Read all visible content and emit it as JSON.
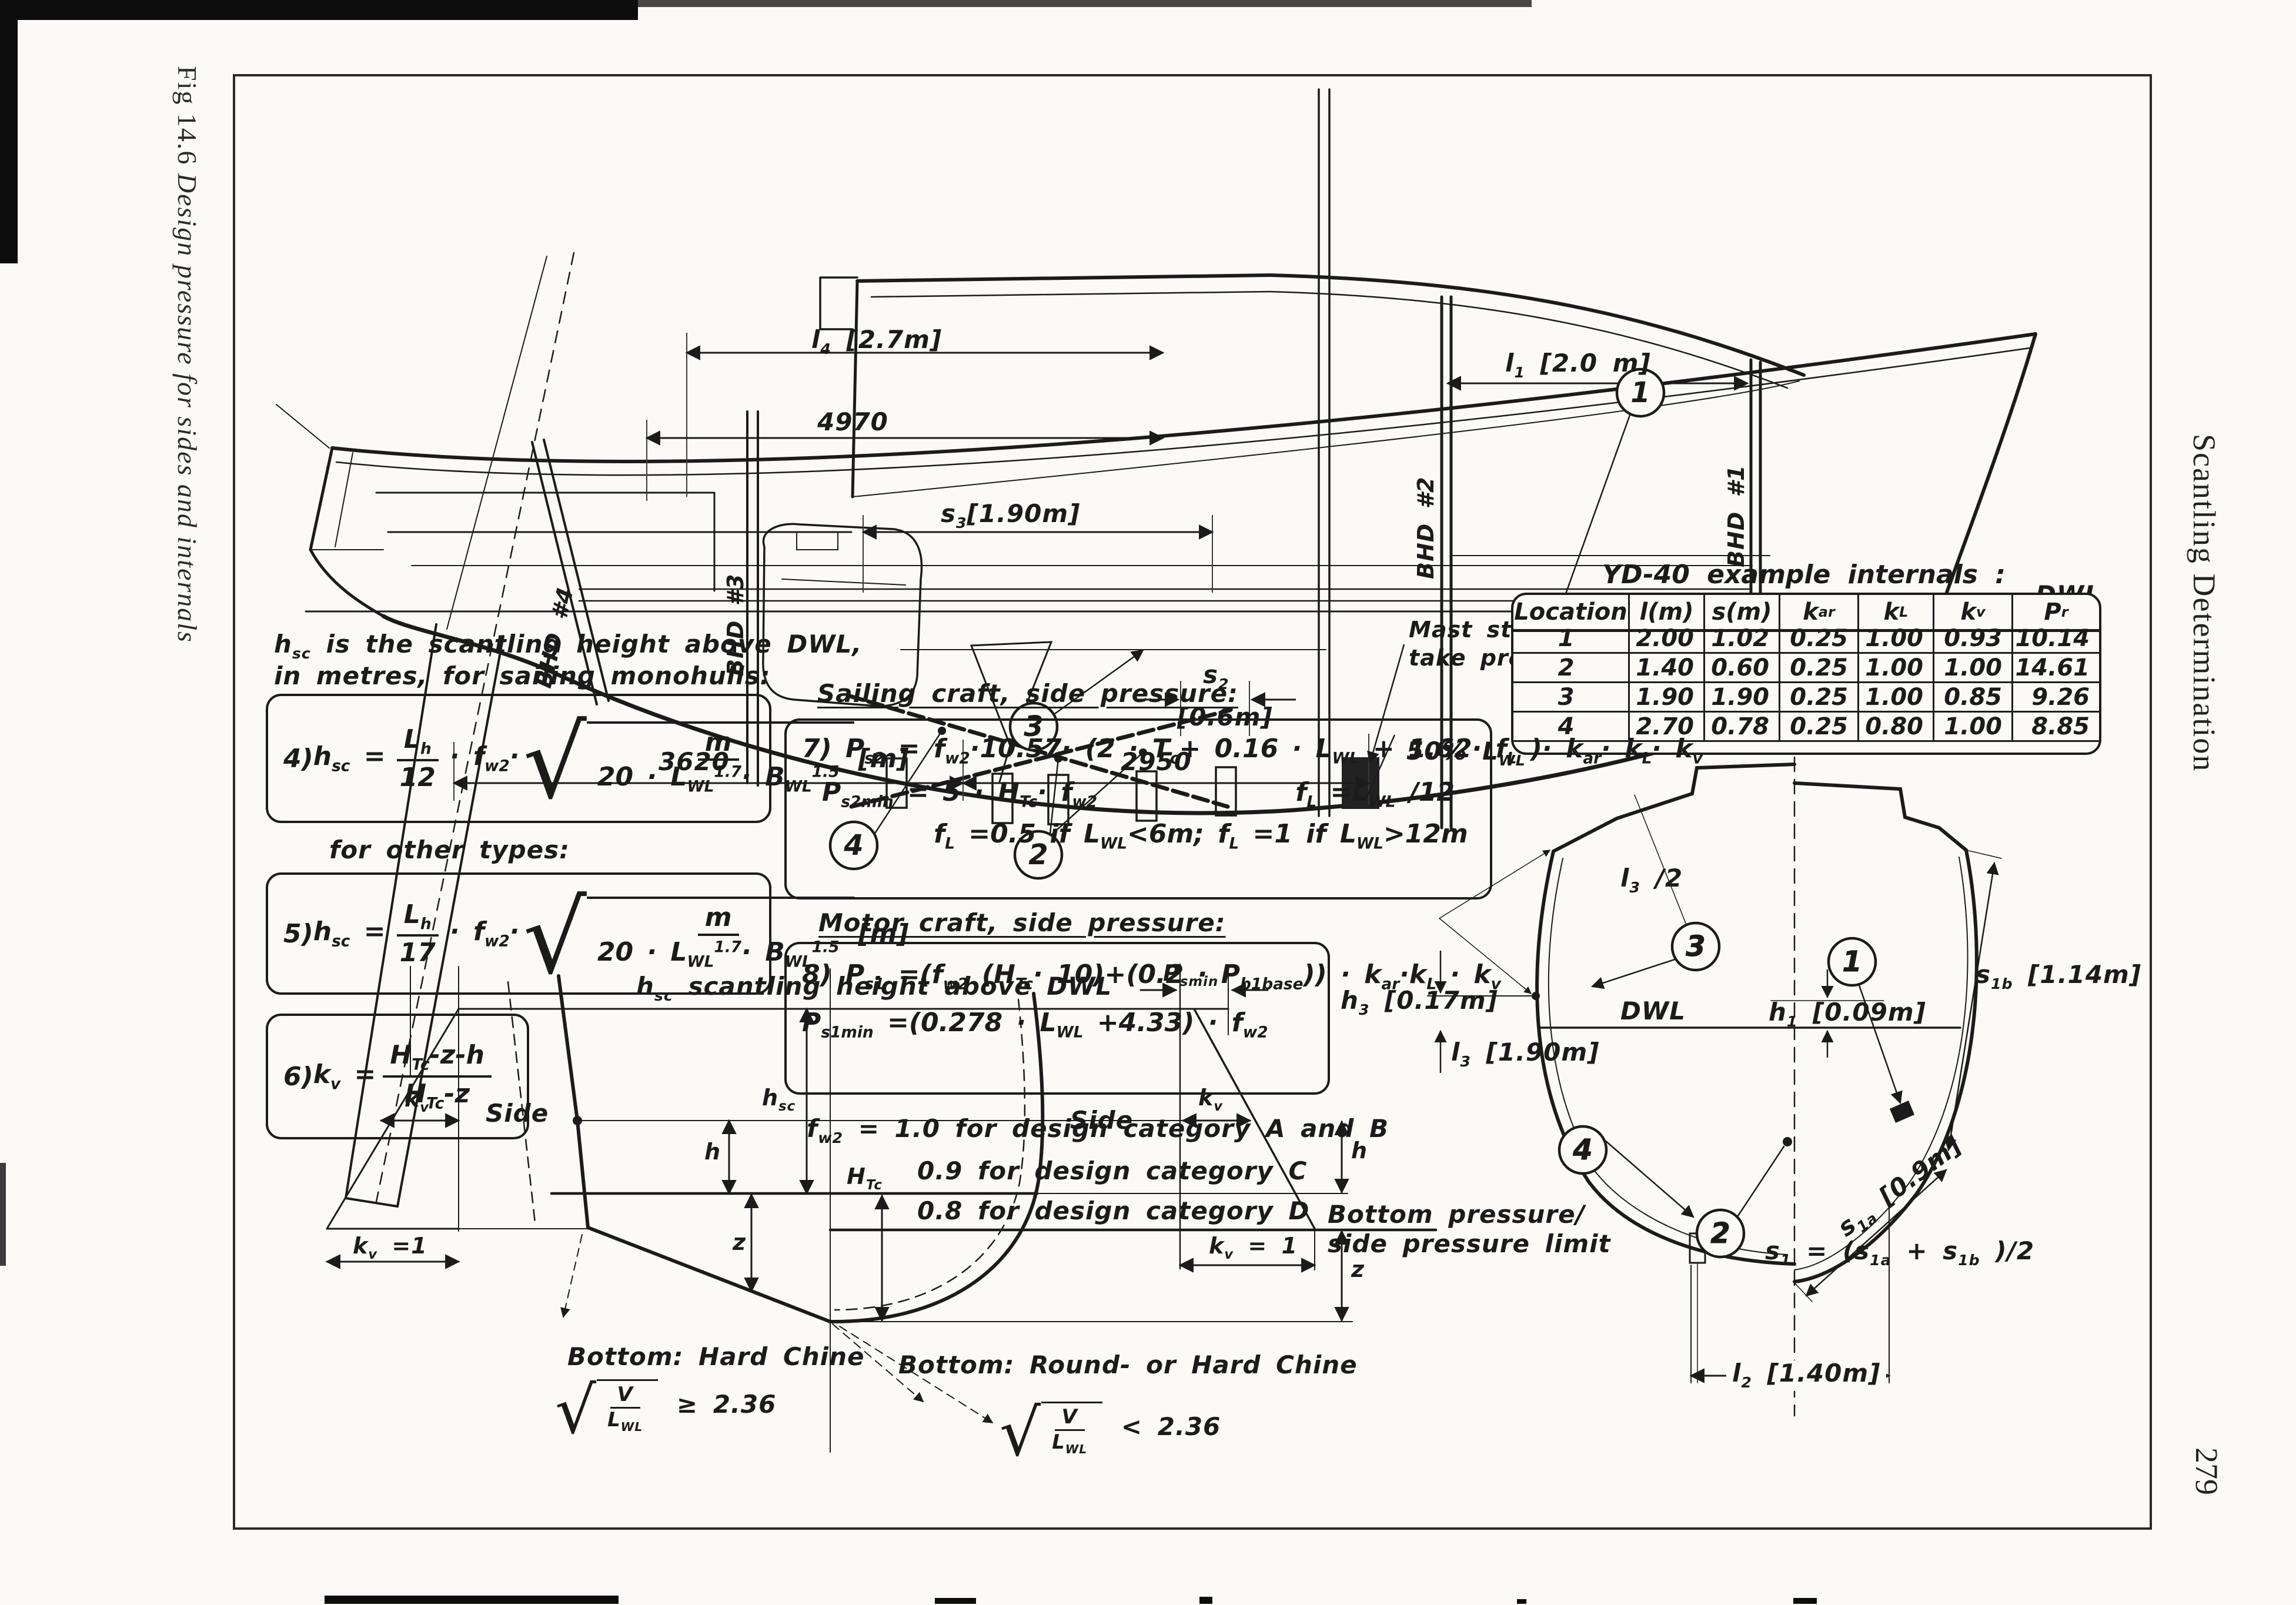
{
  "page": {
    "fig_no": "Fig 14.6",
    "fig_title": "Design pressure for sides and internals",
    "margin_title": "Scantling Determination",
    "page_number": "279"
  },
  "profile": {
    "dwl_label": "DWL",
    "dims": {
      "l4": [
        {
          "t": "l"
        },
        {
          "sub": "4"
        },
        {
          "t": " [2.7m]"
        }
      ],
      "d4970": "4970",
      "s3": [
        {
          "t": "s"
        },
        {
          "sub": "3"
        },
        {
          "t": "[1.90m]"
        }
      ],
      "l1": [
        {
          "t": "l"
        },
        {
          "sub": "1"
        },
        {
          "t": " [2.0 m]"
        }
      ],
      "s2_top": [
        {
          "t": "s"
        },
        {
          "sub": "2"
        }
      ],
      "s2_bot": "[0.6m]",
      "d3620": "3620",
      "d2950": "2950",
      "pct": [
        {
          "t": "50% L"
        },
        {
          "sub": "WL"
        }
      ]
    },
    "bulkheads": {
      "b1": "BHD #1",
      "b2": "BHD #2",
      "b3": "BHD #3",
      "b4": "BHD #4"
    },
    "mast_note1": "Mast step filled solid to",
    "mast_note2": "take pressure from mast",
    "balloons": {
      "b1": "1",
      "b2": "2",
      "b3": "3",
      "b4": "4"
    }
  },
  "table": {
    "title": "YD-40 example internals :",
    "headers": {
      "location": "Location",
      "l": "l(m)",
      "s": "s(m)",
      "kar": [
        {
          "t": "k"
        },
        {
          "sub": "ar"
        }
      ],
      "kl": [
        {
          "t": "k"
        },
        {
          "sub": "L"
        }
      ],
      "kv": [
        {
          "t": "k"
        },
        {
          "sub": "v"
        }
      ],
      "pr": [
        {
          "t": "P"
        },
        {
          "sub": "r"
        }
      ]
    },
    "rows": [
      [
        "1",
        "2.00",
        "1.02",
        "0.25",
        "1.00",
        "0.93",
        "10.14"
      ],
      [
        "2",
        "1.40",
        "0.60",
        "0.25",
        "1.00",
        "1.00",
        "14.61"
      ],
      [
        "3",
        "1.90",
        "1.90",
        "0.25",
        "1.00",
        "0.85",
        "9.26"
      ],
      [
        "4",
        "2.70",
        "0.78",
        "0.25",
        "0.80",
        "1.00",
        "8.85"
      ]
    ]
  },
  "formulas": {
    "intro1": [
      {
        "t": "h"
      },
      {
        "sub": "sc"
      },
      {
        "t": " is the scantling height above DWL,"
      }
    ],
    "intro2": "in metres, for sailing monohulls:",
    "eq4": {
      "no": "4)",
      "lhs": [
        {
          "t": " h"
        },
        {
          "sub": "sc"
        },
        {
          "t": " ="
        }
      ],
      "f_num": [
        {
          "t": "L"
        },
        {
          "sub": "h"
        }
      ],
      "f_den": "12",
      "mul": [
        {
          "t": "· f"
        },
        {
          "sub": "w2"
        },
        {
          "t": "·"
        }
      ],
      "rad": "√",
      "rad_num": "m",
      "rad_den": [
        {
          "t": "20 · L"
        },
        {
          "sub": "WL"
        },
        {
          "sup": "1.7"
        },
        {
          "t": "· B"
        },
        {
          "sub": "WL"
        },
        {
          "sup": "1.5"
        }
      ],
      "unit": "[m]"
    },
    "for_other": "for other types:",
    "eq5": {
      "no": "5)",
      "lhs": [
        {
          "t": " h"
        },
        {
          "sub": "sc"
        },
        {
          "t": " ="
        }
      ],
      "f_num": [
        {
          "t": "L"
        },
        {
          "sub": "h"
        }
      ],
      "f_den": "17",
      "mul": [
        {
          "t": "· f"
        },
        {
          "sub": "w2"
        },
        {
          "t": "·"
        }
      ],
      "rad": "√",
      "rad_num": "m",
      "rad_den": [
        {
          "t": "20 · L"
        },
        {
          "sub": "WL"
        },
        {
          "sup": "1.7"
        },
        {
          "t": "· B"
        },
        {
          "sub": "WL"
        },
        {
          "sup": "1.5"
        }
      ],
      "unit": "[m]"
    },
    "eq6": {
      "no": "6)",
      "lhs": [
        {
          "t": " k"
        },
        {
          "sub": "v"
        },
        {
          "t": " ="
        }
      ],
      "f_num": [
        {
          "t": "H"
        },
        {
          "sub": "Tc"
        },
        {
          "t": "-z-h"
        }
      ],
      "f_den": [
        {
          "t": "H"
        },
        {
          "sub": "Tc"
        },
        {
          "t": "-z"
        }
      ]
    },
    "sailing_title": "Sailing craft, side pressure:",
    "eq7l1": [
      {
        "t": "7) P"
      },
      {
        "sub": "s2"
      },
      {
        "t": " = f"
      },
      {
        "sub": "w2"
      },
      {
        "t": "·10.57· (2 · T"
      },
      {
        "sub": "c"
      },
      {
        "t": "+ 0.16 · L"
      },
      {
        "sub": "WL"
      },
      {
        "t": " + 1.62· f"
      },
      {
        "sub": "L"
      },
      {
        "t": " )· k"
      },
      {
        "sub": "ar"
      },
      {
        "t": "· k"
      },
      {
        "sub": "L"
      },
      {
        "t": "· k"
      },
      {
        "sub": "v"
      }
    ],
    "eq7l2a": [
      {
        "t": "P"
      },
      {
        "sub": "s2min"
      },
      {
        "t": " = 5 · H"
      },
      {
        "sub": "Tc"
      },
      {
        "t": "· f"
      },
      {
        "sub": "w2"
      }
    ],
    "eq7l2b": [
      {
        "t": "f"
      },
      {
        "sub": "L"
      },
      {
        "t": " =L"
      },
      {
        "sub": "WL"
      },
      {
        "t": " /12"
      }
    ],
    "eq7l3": [
      {
        "t": "f"
      },
      {
        "sub": "L"
      },
      {
        "t": " =0.5 if L"
      },
      {
        "sub": "WL"
      },
      {
        "t": "<6m;  f"
      },
      {
        "sub": "L"
      },
      {
        "t": " =1 if L"
      },
      {
        "sub": "WL"
      },
      {
        "t": ">12m"
      }
    ],
    "motor_title": "Motor craft, side pressure:",
    "eq8l1": [
      {
        "t": "8) P"
      },
      {
        "sub": "s1"
      },
      {
        "t": " =(f"
      },
      {
        "sub": "w2"
      },
      {
        "t": " (H"
      },
      {
        "sub": "Tc"
      },
      {
        "t": "· 10)+(0.2 · P"
      },
      {
        "sub": "b1base"
      },
      {
        "t": ")) · k"
      },
      {
        "sub": "ar"
      },
      {
        "t": "·k"
      },
      {
        "sub": "L"
      },
      {
        "t": " · k"
      },
      {
        "sub": "v"
      }
    ],
    "eq8l2": [
      {
        "t": "P"
      },
      {
        "sub": "s1min"
      },
      {
        "t": " =(0.278 · L"
      },
      {
        "sub": "WL"
      },
      {
        "t": " +4.33) · f"
      },
      {
        "sub": "w2"
      }
    ],
    "fw2a": [
      {
        "t": "f"
      },
      {
        "sub": "w2"
      },
      {
        "t": " =  1.0  for  design  category  A  and  B"
      }
    ],
    "fw2b": "0.9  for  design  category  C",
    "fw2c": "0.8  for  design  category  D"
  },
  "pressure": {
    "title": [
      {
        "t": "h"
      },
      {
        "sub": "sc"
      },
      {
        "t": " scantling height above DWL"
      }
    ],
    "side_left": "Side",
    "side_right": "Side",
    "kv_left": [
      {
        "t": "k"
      },
      {
        "sub": "v"
      }
    ],
    "kv_right": [
      {
        "t": "k"
      },
      {
        "sub": "v"
      }
    ],
    "kv1_left": [
      {
        "t": "k"
      },
      {
        "sub": "v"
      },
      {
        "t": " =1"
      }
    ],
    "kv1_right": [
      {
        "t": "k"
      },
      {
        "sub": "v"
      },
      {
        "t": " = 1"
      }
    ],
    "h_left": "h",
    "z_left": "z",
    "h_right": "h",
    "z_right": "z",
    "hsc": [
      {
        "t": "h"
      },
      {
        "sub": "sc"
      }
    ],
    "htc": [
      {
        "t": "H"
      },
      {
        "sub": "Tc"
      }
    ],
    "psmin": [
      {
        "t": "P"
      },
      {
        "sub": "smin"
      }
    ],
    "hard_line": "Bottom:  Hard  Chine",
    "round_line": "Bottom:  Round-  or  Hard  Chine",
    "rad": "√",
    "v": "V",
    "lwl": [
      {
        "t": "L"
      },
      {
        "sub": "WL"
      }
    ],
    "cond_ge": "≥ 2.36",
    "cond_lt": "< 2.36",
    "limit1": "Bottom  pressure/",
    "limit2": "side  pressure  limit"
  },
  "section": {
    "l3half": [
      {
        "t": "l"
      },
      {
        "sub": "3"
      },
      {
        "t": " /2"
      }
    ],
    "h3": [
      {
        "t": "h"
      },
      {
        "sub": "3"
      },
      {
        "t": " [0.17m]"
      }
    ],
    "l3": [
      {
        "t": "l"
      },
      {
        "sub": "3"
      },
      {
        "t": " [1.90m]"
      }
    ],
    "dwl": "DWL",
    "h1": [
      {
        "t": "h"
      },
      {
        "sub": "1"
      },
      {
        "t": " [0.09m]"
      }
    ],
    "s1b": [
      {
        "t": "s"
      },
      {
        "sub": "1b"
      },
      {
        "t": " [1.14m]"
      }
    ],
    "s1a": [
      {
        "t": "s"
      },
      {
        "sub": "1a"
      },
      {
        "t": " [0.9m]"
      }
    ],
    "s1eq": [
      {
        "t": "s"
      },
      {
        "sub": "1"
      },
      {
        "t": " = (s"
      },
      {
        "sub": "1a"
      },
      {
        "t": " + s"
      },
      {
        "sub": "1b"
      },
      {
        "t": " )/2"
      }
    ],
    "l2": [
      {
        "t": "l"
      },
      {
        "sub": "2"
      },
      {
        "t": " [1.40m]"
      }
    ],
    "balloons": {
      "b1": "1",
      "b2": "2",
      "b3": "3",
      "b4": "4"
    }
  }
}
